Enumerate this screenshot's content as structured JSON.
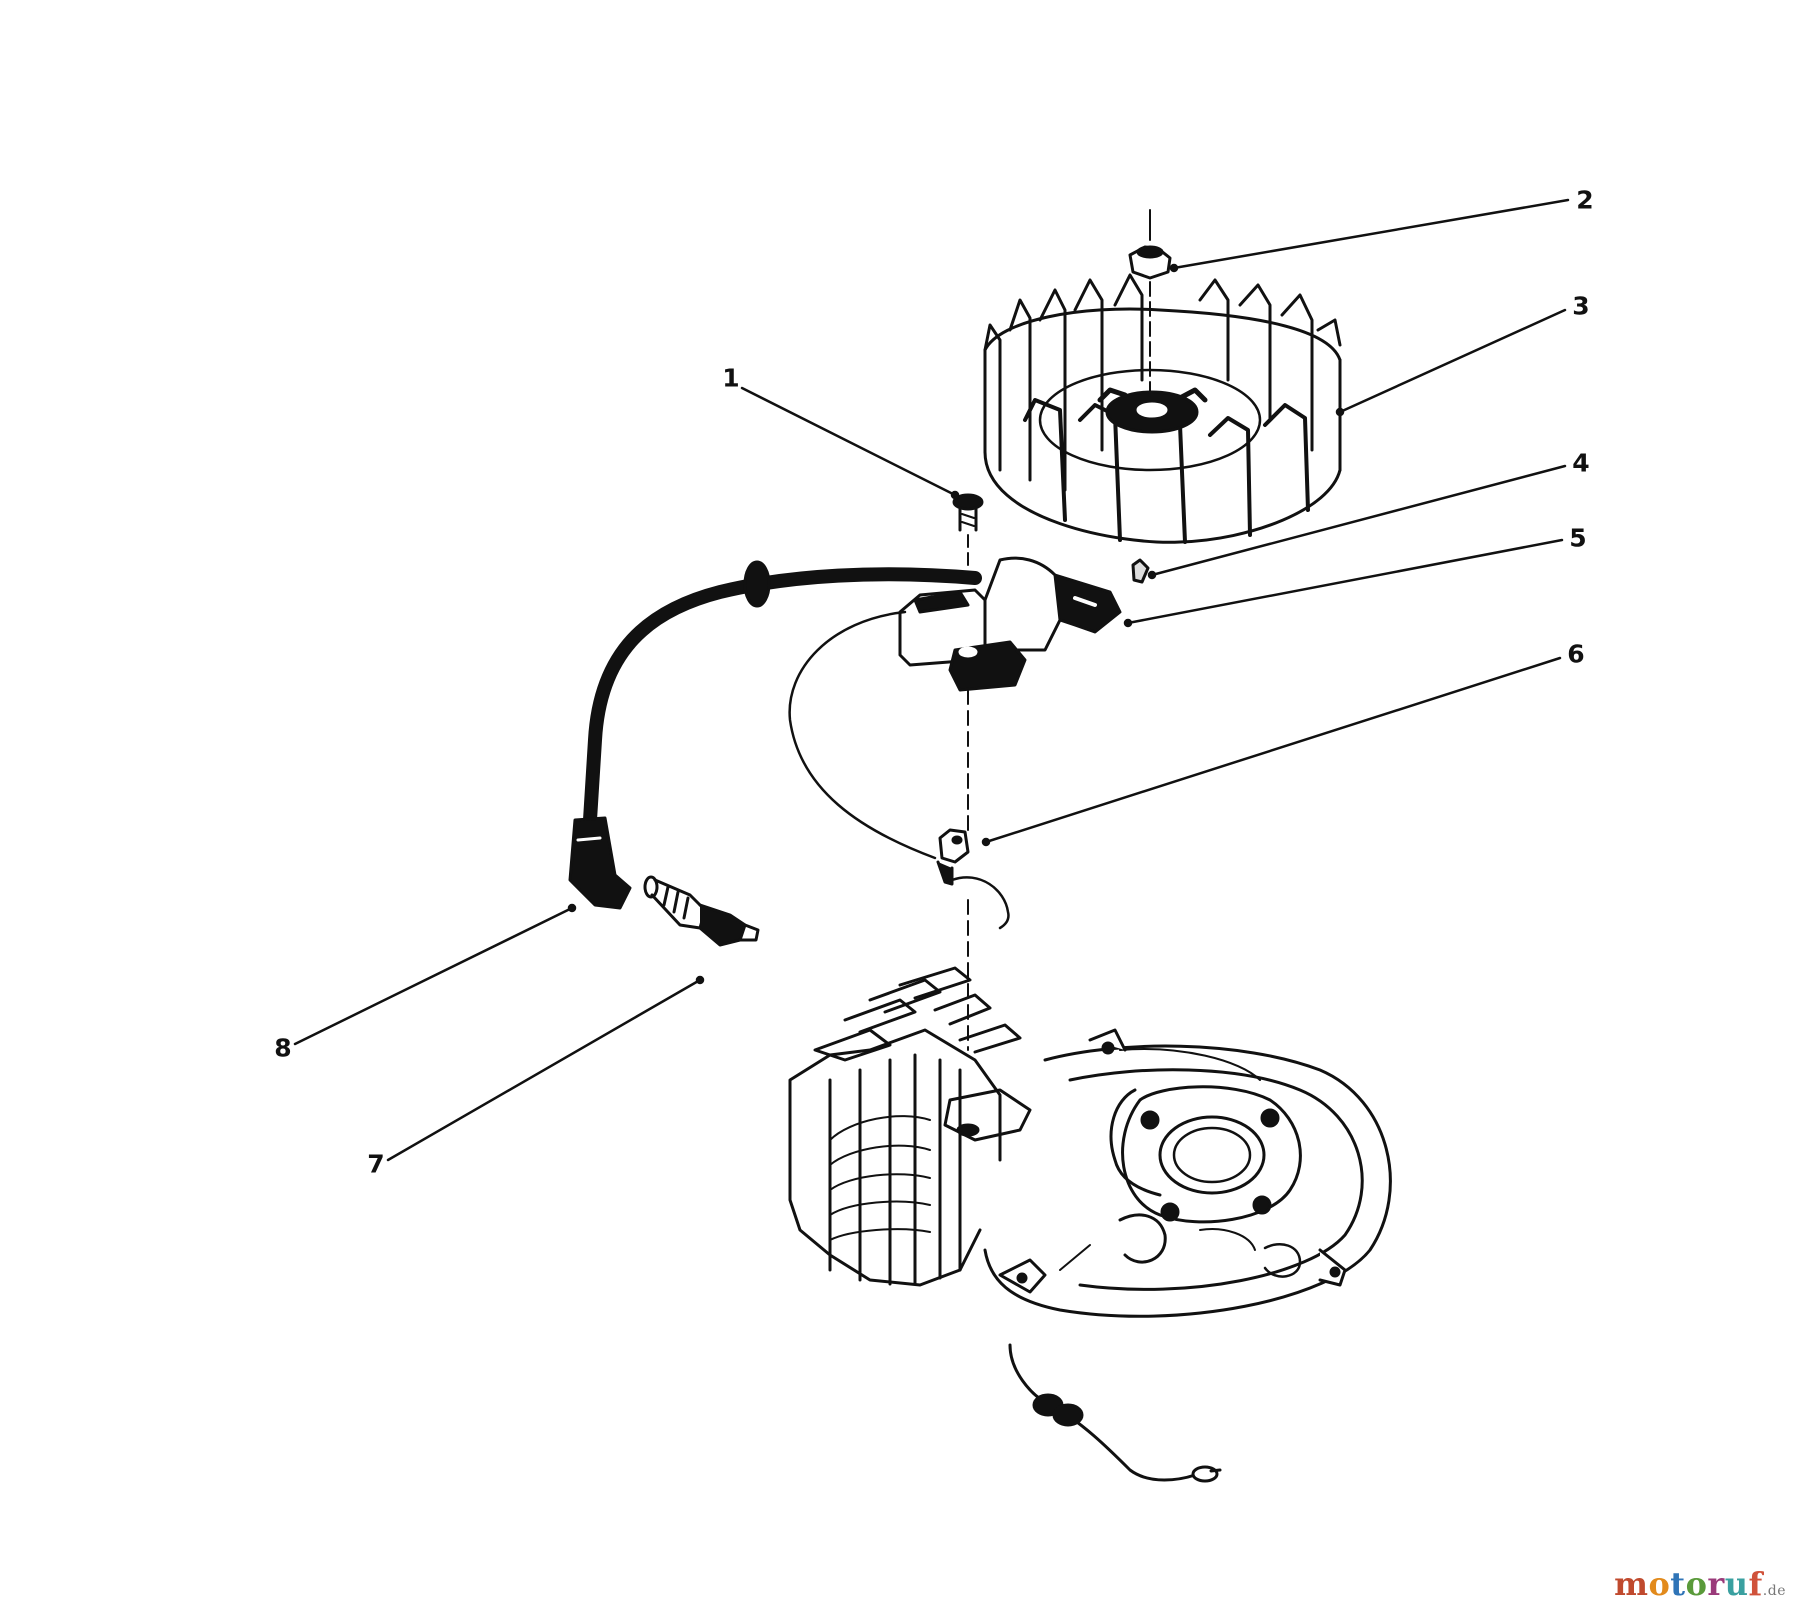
{
  "diagram": {
    "callouts": [
      {
        "id": "1",
        "label": "1"
      },
      {
        "id": "2",
        "label": "2"
      },
      {
        "id": "3",
        "label": "3"
      },
      {
        "id": "4",
        "label": "4"
      },
      {
        "id": "5",
        "label": "5"
      },
      {
        "id": "6",
        "label": "6"
      },
      {
        "id": "7",
        "label": "7"
      },
      {
        "id": "8",
        "label": "8"
      }
    ],
    "watermark": {
      "text": "motoruf",
      "suffix": ".de"
    },
    "colors": {
      "ink": "#111111",
      "background": "#ffffff"
    }
  }
}
